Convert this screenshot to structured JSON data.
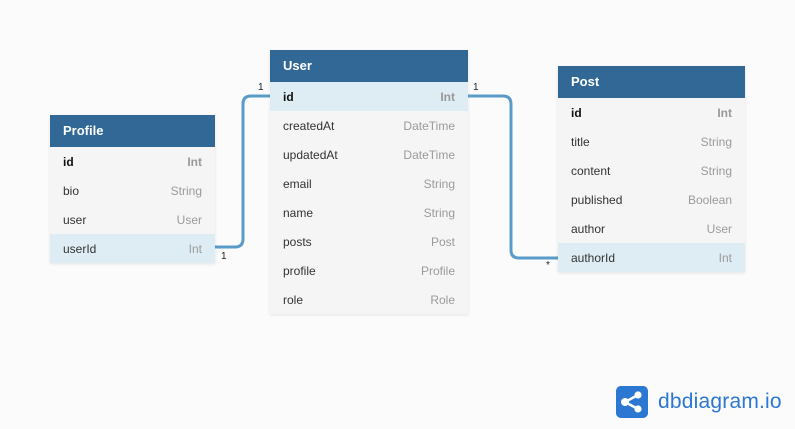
{
  "tables": {
    "profile": {
      "name": "Profile",
      "fields": [
        {
          "name": "id",
          "type": "Int"
        },
        {
          "name": "bio",
          "type": "String"
        },
        {
          "name": "user",
          "type": "User"
        },
        {
          "name": "userId",
          "type": "Int"
        }
      ]
    },
    "user": {
      "name": "User",
      "fields": [
        {
          "name": "id",
          "type": "Int"
        },
        {
          "name": "createdAt",
          "type": "DateTime"
        },
        {
          "name": "updatedAt",
          "type": "DateTime"
        },
        {
          "name": "email",
          "type": "String"
        },
        {
          "name": "name",
          "type": "String"
        },
        {
          "name": "posts",
          "type": "Post"
        },
        {
          "name": "profile",
          "type": "Profile"
        },
        {
          "name": "role",
          "type": "Role"
        }
      ]
    },
    "post": {
      "name": "Post",
      "fields": [
        {
          "name": "id",
          "type": "Int"
        },
        {
          "name": "title",
          "type": "String"
        },
        {
          "name": "content",
          "type": "String"
        },
        {
          "name": "published",
          "type": "Boolean"
        },
        {
          "name": "author",
          "type": "User"
        },
        {
          "name": "authorId",
          "type": "Int"
        }
      ]
    }
  },
  "relationships": [
    {
      "from": "Profile.userId",
      "to": "User.id",
      "from_card": "1",
      "to_card": "1"
    },
    {
      "from": "User.id",
      "to": "Post.authorId",
      "from_card": "1",
      "to_card": "*"
    }
  ],
  "brand": {
    "name": "dbdiagram.io",
    "icon": "share-nodes-icon"
  },
  "colors": {
    "header": "#316896",
    "highlight_row": "#deedf3",
    "link": "#5a9bc9",
    "brand": "#2b77d1"
  }
}
